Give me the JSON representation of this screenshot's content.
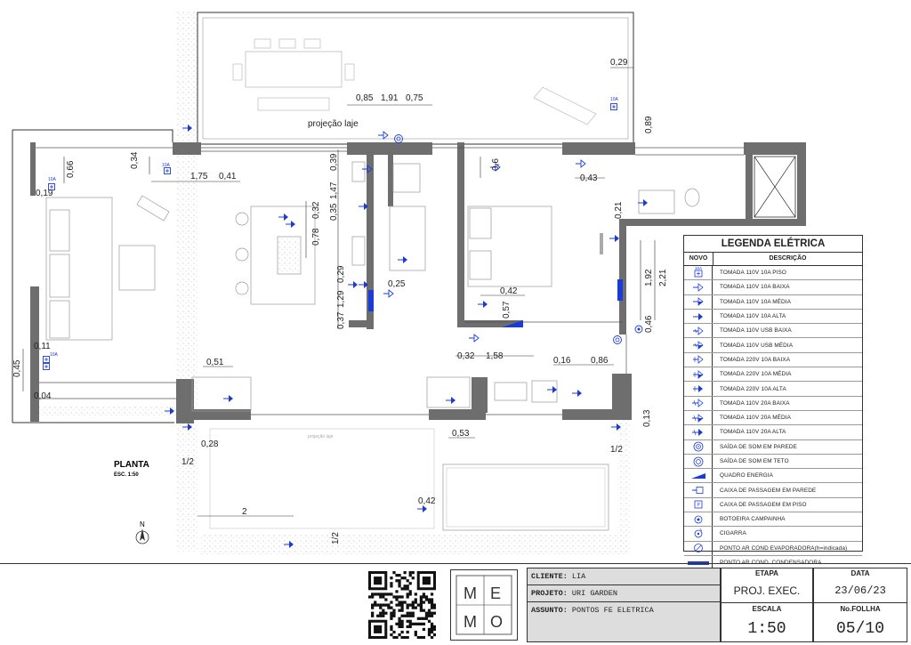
{
  "plan": {
    "title": "PLANTA",
    "scale": "ESC. 1:50",
    "north": "N",
    "dimensions": [
      "0,85",
      "1,91",
      "0,75",
      "0,29",
      "0,89",
      "0,34",
      "1,75",
      "0,41",
      "0,66",
      "0,19",
      "0,39",
      "1,47",
      "0,35",
      "0,32",
      "0,78",
      "0,29",
      "1,29",
      "0,37",
      "0,25",
      "0,6",
      "0,43",
      "0,21",
      "0,42",
      "0,57",
      "1,92",
      "2,21",
      "0,46",
      "0,32",
      "1,58",
      "0,16",
      "0,86",
      "0,51",
      "0,11",
      "0,45",
      "0,04",
      "0,28",
      "0,53",
      "0,13",
      "1/2",
      "1/2",
      "2",
      "0,42",
      "1/2"
    ],
    "tags": [
      "10A",
      "10A",
      "10A",
      "10A"
    ]
  },
  "legend": {
    "title": "LEGENDA ELÉTRICA",
    "col_new": "NOVO",
    "col_desc": "DESCRIÇÃO",
    "items": [
      {
        "label": "TOMADA 110V 10A PISO",
        "icon": "floor-outlet-icon",
        "tag": "10A"
      },
      {
        "label": "TOMADA 110V 10A BAIXA",
        "icon": "outlet-low-icon"
      },
      {
        "label": "TOMADA 110V 10A MÉDIA",
        "icon": "outlet-mid-icon"
      },
      {
        "label": "TOMADA 110V 10A ALTA",
        "icon": "outlet-high-icon"
      },
      {
        "label": "TOMADA 110V USB BAIXA",
        "icon": "usb-outlet-low-icon"
      },
      {
        "label": "TOMADA 110V USB MÉDIA",
        "icon": "usb-outlet-mid-icon"
      },
      {
        "label": "TOMADA 220V 10A BAIXA",
        "icon": "outlet-220-low-icon"
      },
      {
        "label": "TOMADA 220V 10A MÉDIA",
        "icon": "outlet-220-mid-icon"
      },
      {
        "label": "TOMADA 220V 10A ALTA",
        "icon": "outlet-220-high-icon"
      },
      {
        "label": "TOMADA 110V 20A BAIXA",
        "icon": "outlet-20a-low-icon"
      },
      {
        "label": "TOMADA 110V 20A MÉDIA",
        "icon": "outlet-20a-mid-icon"
      },
      {
        "label": "TOMADA 110V 20A ALTA",
        "icon": "outlet-20a-high-icon"
      },
      {
        "label": "SAÍDA DE SOM EM PAREDE",
        "icon": "wall-speaker-icon"
      },
      {
        "label": "SAÍDA DE SOM EM TETO",
        "icon": "ceiling-speaker-icon"
      },
      {
        "label": "QUADRO ENERGIA",
        "icon": "power-panel-icon"
      },
      {
        "label": "CAIXA DE PASSAGEM EM PAREDE",
        "icon": "wall-junction-box-icon"
      },
      {
        "label": "CAIXA DE PASSAGEM EM PISO",
        "icon": "floor-junction-box-icon",
        "tag": "P"
      },
      {
        "label": "BOTOEIRA CAMPAINHA",
        "icon": "doorbell-button-icon"
      },
      {
        "label": "CIGARRA",
        "icon": "buzzer-icon"
      },
      {
        "label": "PONTO AR COND EVAPORADORA(h=indicada)",
        "icon": "ac-evaporator-icon"
      },
      {
        "label": "PONTO AR COND. CONDENSADORA",
        "icon": "ac-condenser-icon"
      }
    ]
  },
  "title_block": {
    "logo_letters": [
      "M",
      "E",
      "M",
      "O"
    ],
    "cliente_label": "CLIENTE:",
    "cliente": "LIA",
    "projeto_label": "PROJETO:",
    "projeto": "URI GARDEN",
    "assunto_label": "ASSUNTO:",
    "assunto": "PONTOS FE ELETRICA",
    "etapa_label": "ETAPA",
    "etapa": "PROJ. EXEC.",
    "data_label": "DATA",
    "data": "23/06/23",
    "escala_label": "ESCALA",
    "escala": "1:50",
    "folha_label": "No.FOLLHA",
    "folha": "05/10"
  },
  "colors": {
    "wall": "#6e6e6e",
    "symbol": "#1a3bd6",
    "line": "#333333"
  }
}
